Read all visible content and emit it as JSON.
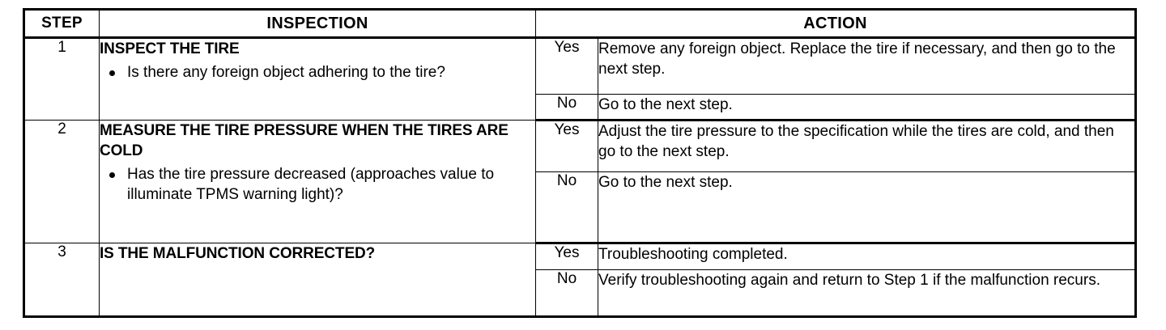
{
  "table": {
    "headers": {
      "step": "STEP",
      "inspection": "INSPECTION",
      "action": "ACTION"
    },
    "rows": [
      {
        "step": "1",
        "inspection": {
          "title": "INSPECT THE TIRE",
          "bullets": [
            "Is there any foreign object adhering to the tire?"
          ]
        },
        "branches": [
          {
            "answer": "Yes",
            "action": "Remove any foreign object. Replace the tire if necessary, and then go to the next step."
          },
          {
            "answer": "No",
            "action": "Go to the next step."
          }
        ]
      },
      {
        "step": "2",
        "inspection": {
          "title": "MEASURE THE TIRE PRESSURE WHEN THE TIRES ARE COLD",
          "bullets": [
            "Has the tire pressure decreased (approaches value to illuminate TPMS warning light)?"
          ]
        },
        "branches": [
          {
            "answer": "Yes",
            "action": "Adjust the tire pressure to the specification while the tires are cold, and then go to the next step."
          },
          {
            "answer": "No",
            "action": "Go to the next step."
          }
        ]
      },
      {
        "step": "3",
        "inspection": {
          "title": "IS THE MALFUNCTION CORRECTED?",
          "bullets": []
        },
        "branches": [
          {
            "answer": "Yes",
            "action": "Troubleshooting completed."
          },
          {
            "answer": "No",
            "action": "Verify troubleshooting again and return to Step 1 if the malfunction recurs."
          }
        ]
      }
    ]
  },
  "colors": {
    "ink": "#000000",
    "paper": "#ffffff"
  }
}
